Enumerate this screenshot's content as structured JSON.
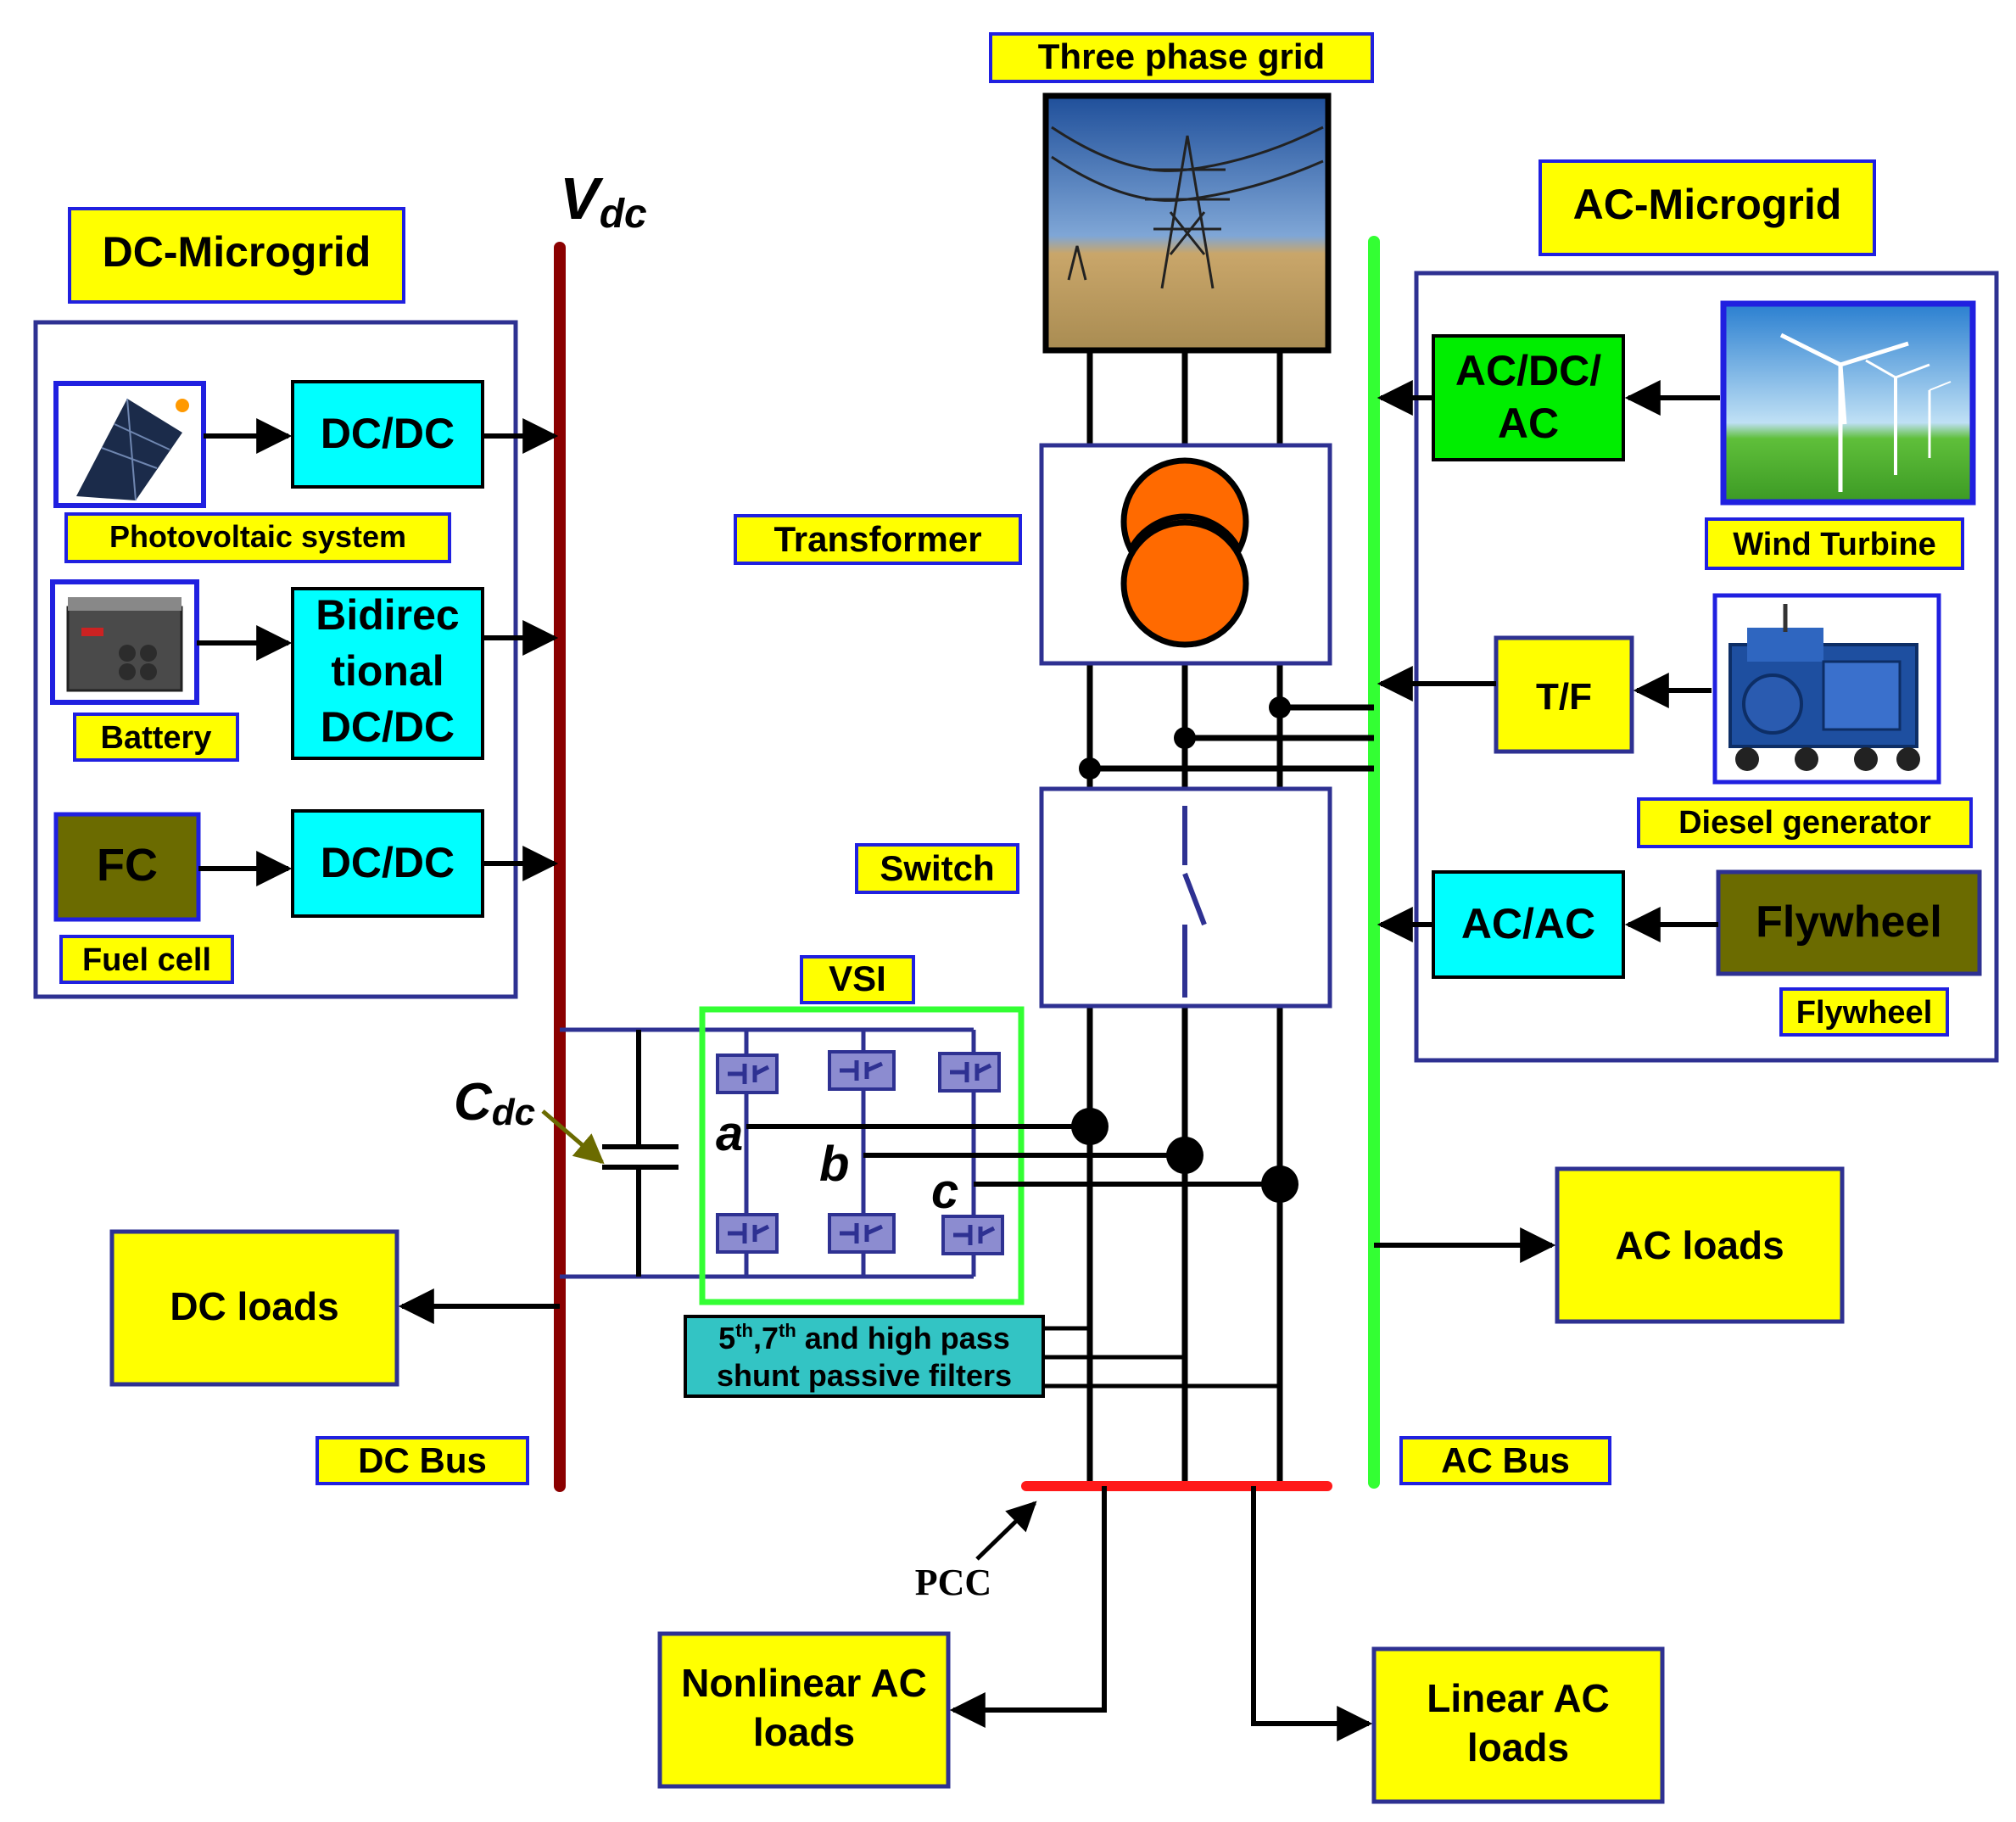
{
  "colors": {
    "label_fill": "#ffff00",
    "frame_border": "#2e3192",
    "converter_fill": "#00ffff",
    "green_converter_fill": "#00ff00",
    "olive_fill": "#6b6b00",
    "dc_bus": "#8b0000",
    "ac_bus": "#33ff33",
    "pcc_bus": "#ff1a1a",
    "filter_fill": "#33c4c4",
    "transformer_coil": "#ff6a00",
    "vsi_frame": "#33ff33"
  },
  "labels": {
    "three_phase_grid": "Three phase grid",
    "dc_microgrid": "DC-Microgrid",
    "ac_microgrid": "AC-Microgrid",
    "vdc_main": "V",
    "vdc_sub": "dc",
    "cdc_main": "C",
    "cdc_sub": "dc",
    "photovoltaic_system": "Photovoltaic system",
    "battery": "Battery",
    "fuel_cell": "Fuel cell",
    "transformer": "Transformer",
    "switch": "Switch",
    "vsi": "VSI",
    "wind_turbine": "Wind Turbine",
    "diesel_generator": "Diesel generator",
    "flywheel_caption": "Flywheel",
    "dc_bus": "DC Bus",
    "ac_bus": "AC Bus",
    "pcc": "PCC",
    "phase_a": "a",
    "phase_b": "b",
    "phase_c": "c"
  },
  "blocks": {
    "pv_dcdc": "DC/DC",
    "bidirectional_l1": "Bidirec",
    "bidirectional_l2": "tional",
    "bidirectional_l3": "DC/DC",
    "fc": "FC",
    "fc_dcdc": "DC/DC",
    "acdcac_l1": "AC/DC/",
    "acdcac_l2": "AC",
    "tf": "T/F",
    "acac": "AC/AC",
    "flywheel": "Flywheel",
    "dc_loads": "DC loads",
    "ac_loads": "AC loads",
    "nonlinear_l1": "Nonlinear AC",
    "nonlinear_l2": "loads",
    "linear_l1": "Linear AC",
    "linear_l2": "loads"
  },
  "filters": {
    "line1_a": "5",
    "line1_a_sup": "th",
    "line1_b": ",7",
    "line1_b_sup": "th",
    "line1_c": " and high pass",
    "line2": "shunt passive filters"
  }
}
